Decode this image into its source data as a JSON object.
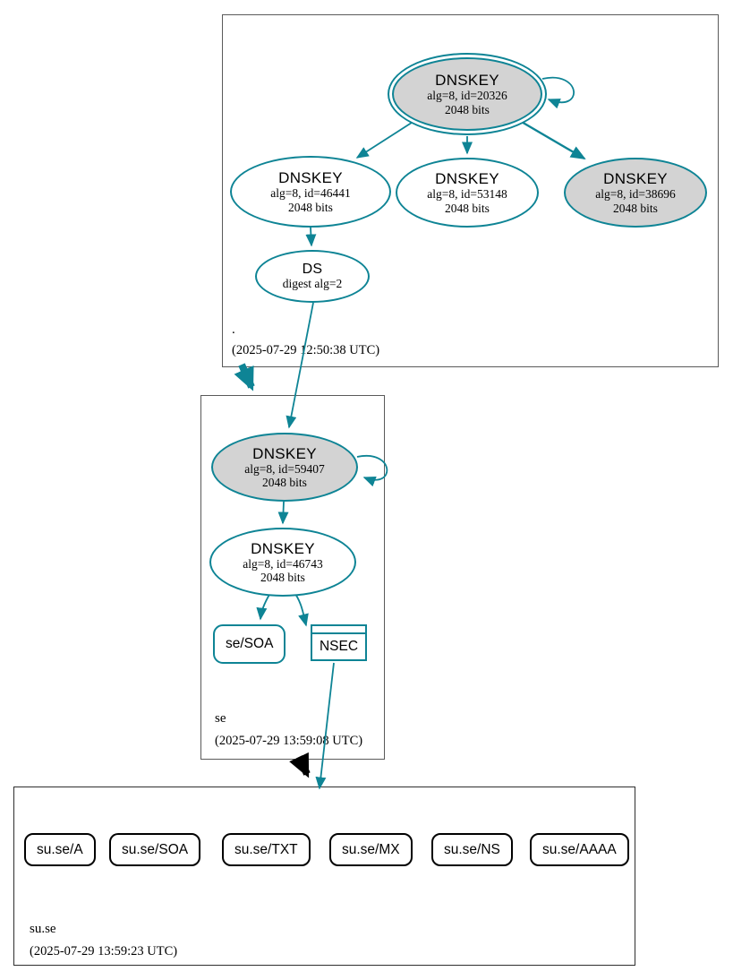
{
  "zones": {
    "root": {
      "label": ".",
      "timestamp": "(2025-07-29 12:50:38 UTC)",
      "nodes": {
        "ksk20326": {
          "title": "DNSKEY",
          "line1": "alg=8, id=20326",
          "line2": "2048 bits"
        },
        "key46441": {
          "title": "DNSKEY",
          "line1": "alg=8, id=46441",
          "line2": "2048 bits"
        },
        "key53148": {
          "title": "DNSKEY",
          "line1": "alg=8, id=53148",
          "line2": "2048 bits"
        },
        "key38696": {
          "title": "DNSKEY",
          "line1": "alg=8, id=38696",
          "line2": "2048 bits"
        },
        "ds": {
          "title": "DS",
          "line1": "digest alg=2"
        }
      }
    },
    "se": {
      "label": "se",
      "timestamp": "(2025-07-29 13:59:08 UTC)",
      "nodes": {
        "ksk59407": {
          "title": "DNSKEY",
          "line1": "alg=8, id=59407",
          "line2": "2048 bits"
        },
        "key46743": {
          "title": "DNSKEY",
          "line1": "alg=8, id=46743",
          "line2": "2048 bits"
        },
        "soa": {
          "label": "se/SOA"
        },
        "nsec": {
          "label": "NSEC"
        }
      }
    },
    "suse": {
      "label": "su.se",
      "timestamp": "(2025-07-29 13:59:23 UTC)",
      "rrsets": [
        "su.se/A",
        "su.se/SOA",
        "su.se/TXT",
        "su.se/MX",
        "su.se/NS",
        "su.se/AAAA"
      ]
    }
  },
  "colors": {
    "secure_teal": "#0e8495",
    "insecure_gray_fill": "#d3d3d3",
    "zone_border_gray": "#5a5a5a",
    "delegation_black": "#000000"
  }
}
